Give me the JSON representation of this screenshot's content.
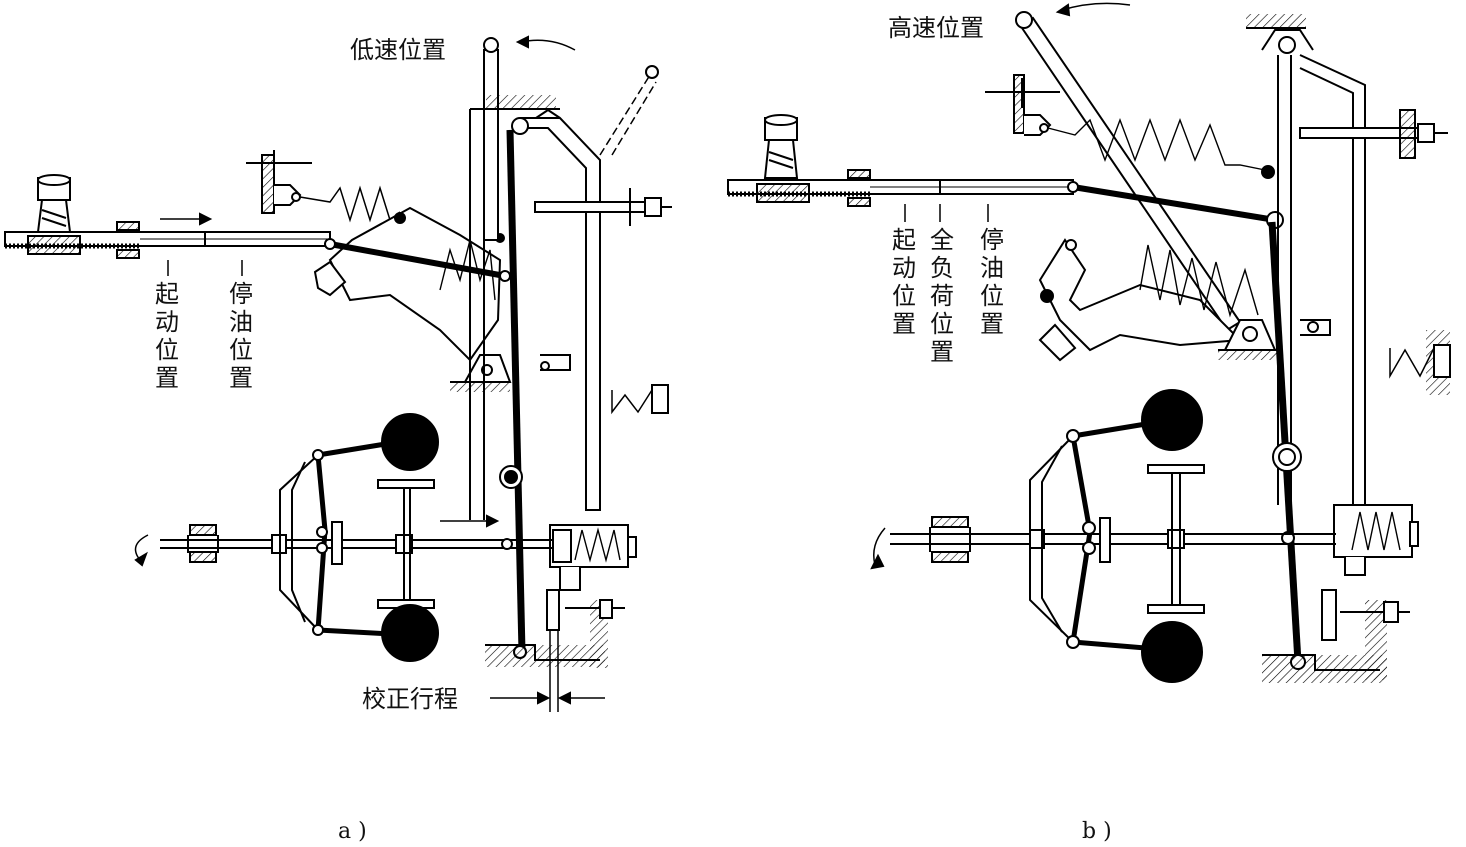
{
  "panel_a": {
    "caption": "a )",
    "low_speed_label": "低速位置",
    "start_label": [
      "起",
      "动",
      "位",
      "置"
    ],
    "stop_label": [
      "停",
      "油",
      "位",
      "置"
    ],
    "correction_stroke_label": "校正行程"
  },
  "panel_b": {
    "caption": "b )",
    "high_speed_label": "高速位置",
    "start_label": [
      "起",
      "动",
      "位",
      "置"
    ],
    "full_load_label": [
      "全",
      "负",
      "荷",
      "位",
      "置"
    ],
    "stop_label": [
      "停",
      "油",
      "位",
      "置"
    ]
  }
}
